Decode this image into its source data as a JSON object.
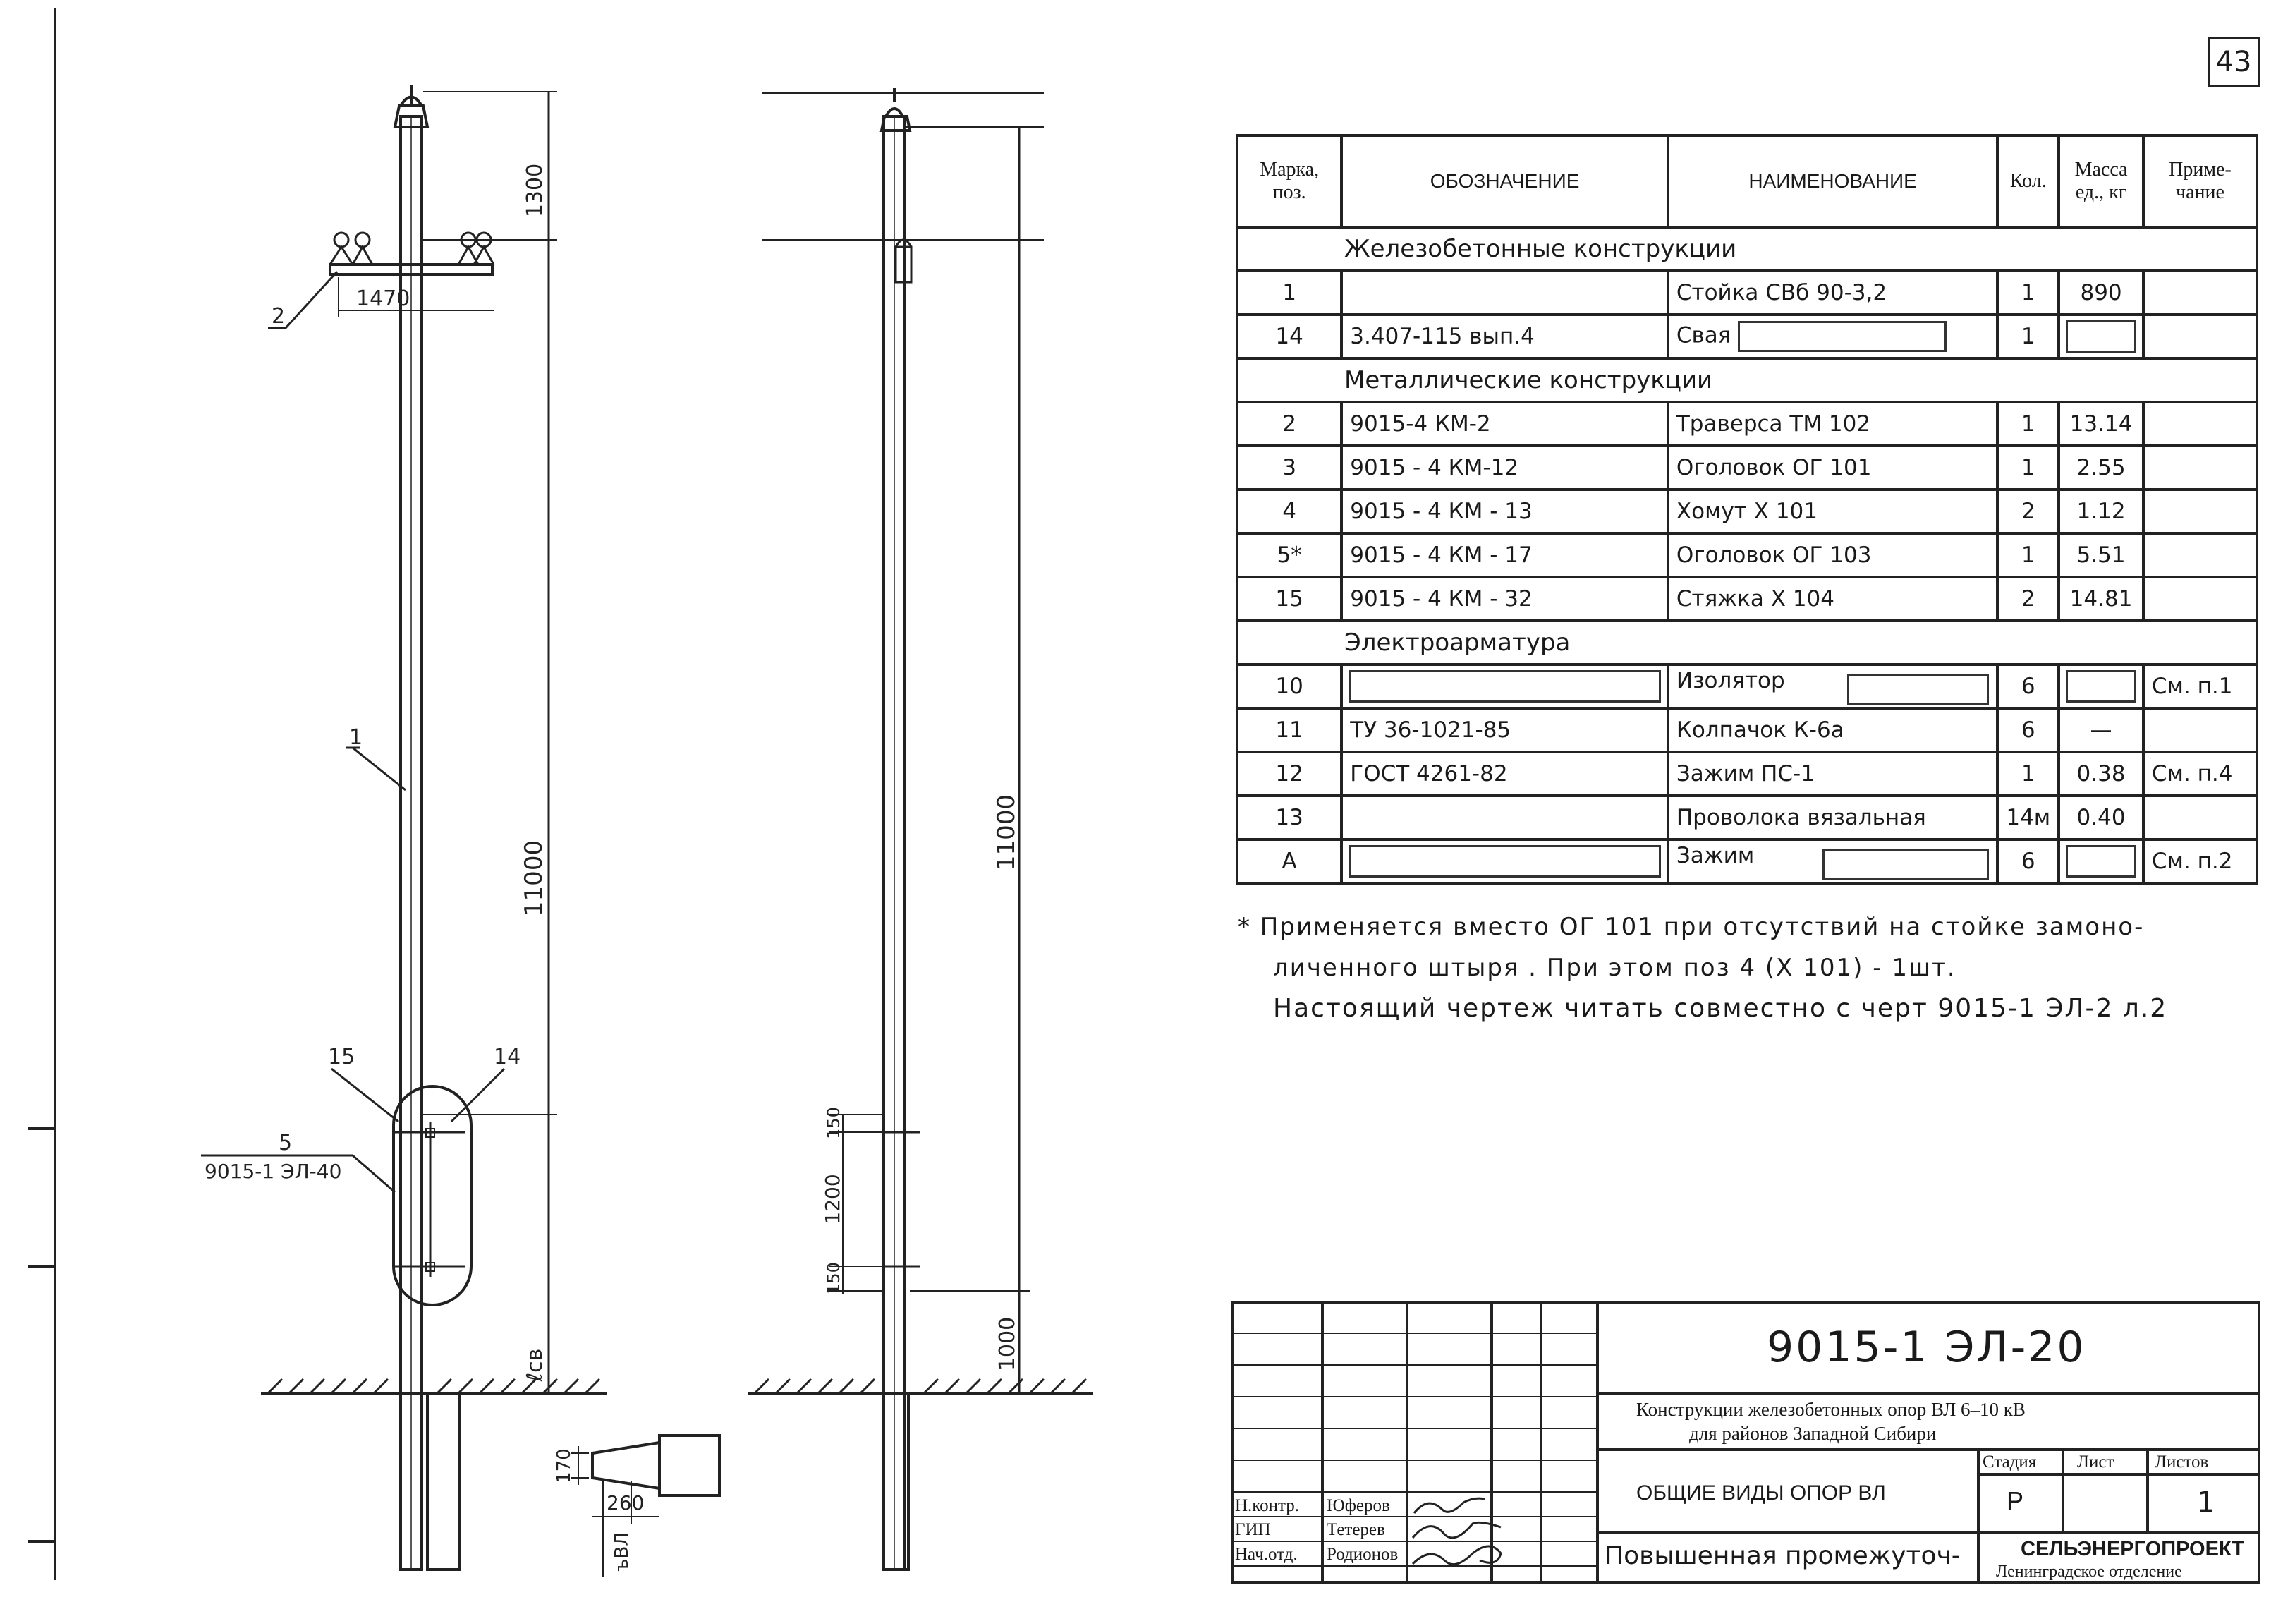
{
  "page_number": "43",
  "drawing_left": {
    "dims": {
      "top": "1300",
      "crossarm": "1470",
      "main": "11000",
      "embed": "ℓсв",
      "pile_h": "170",
      "pile_w": "260"
    },
    "labels": {
      "crossarm_pos": "2",
      "pole_pos": "1",
      "clamp_pos": "15",
      "tie_pos": "14",
      "detail_pos": "5",
      "detail_ref": "9015-1 ЭЛ-40",
      "pile_dim": "ъВЛ"
    }
  },
  "drawing_right": {
    "dims": {
      "main": "11000",
      "d150a": "150",
      "d1200": "1200",
      "d150b": "150",
      "d1000": "1000"
    }
  },
  "spec": {
    "headers": {
      "mark": "Марка, поз.",
      "designation": "ОБОЗНАЧЕНИЕ",
      "name": "НАИМЕНОВАНИЕ",
      "qty": "Кол.",
      "mass": "Масса ед., кг",
      "note": "Приме- чание"
    },
    "sections": {
      "s1": "Железобетонные конструкции",
      "s2": "Металлические конструкции",
      "s3": "Электроарматура"
    },
    "rows": [
      {
        "pos": "1",
        "des": "",
        "name": "Стойка СВб 90-3,2",
        "qty": "1",
        "mass": "890",
        "note": ""
      },
      {
        "pos": "14",
        "des": "3.407-115 вып.4",
        "name": "Свая",
        "qty": "1",
        "mass": "",
        "note": ""
      },
      {
        "pos": "2",
        "des": "9015-4   КМ-2",
        "name": "Траверса  ТМ 102",
        "qty": "1",
        "mass": "13.14",
        "note": ""
      },
      {
        "pos": "3",
        "des": "9015 - 4   КМ-12",
        "name": "Оголовок   ОГ 101",
        "qty": "1",
        "mass": "2.55",
        "note": ""
      },
      {
        "pos": "4",
        "des": "9015 - 4   КМ - 13",
        "name": "Хомут  Х 101",
        "qty": "2",
        "mass": "1.12",
        "note": ""
      },
      {
        "pos": "5*",
        "des": "9015 - 4   КМ - 17",
        "name": "Оголовок  ОГ 103",
        "qty": "1",
        "mass": "5.51",
        "note": ""
      },
      {
        "pos": "15",
        "des": "9015 - 4   КМ - 32",
        "name": "Стяжка  Х 104",
        "qty": "2",
        "mass": "14.81",
        "note": ""
      },
      {
        "pos": "10",
        "des": "",
        "name": "Изолятор",
        "qty": "6",
        "mass": "",
        "note": "См. п.1"
      },
      {
        "pos": "11",
        "des": "ТУ 36-1021-85",
        "name": "Колпачок  К-6а",
        "qty": "6",
        "mass": "—",
        "note": ""
      },
      {
        "pos": "12",
        "des": "ГОСТ 4261-82",
        "name": "Зажим  ПС-1",
        "qty": "1",
        "mass": "0.38",
        "note": "См. п.4"
      },
      {
        "pos": "13",
        "des": "",
        "name": "Проволока вязальная",
        "qty": "14м",
        "mass": "0.40",
        "note": ""
      },
      {
        "pos": "А",
        "des": "",
        "name": "Зажим",
        "qty": "6",
        "mass": "",
        "note": "См. п.2"
      }
    ]
  },
  "notes": {
    "line1": "*  Применяется   вместо  ОГ 101   при    отсутствий    на  стойке    замоно-",
    "line2": "личенного    штыря .   При   этом      поз 4  (Х 101)  - 1шт.",
    "line3": "Настоящий  чертеж   читать   совместно  с черт  9015-1  ЭЛ-2  л.2"
  },
  "title_block": {
    "code": "9015-1  ЭЛ-20",
    "project_line1": "Конструкции железобетонных опор  ВЛ  6–10 кВ",
    "project_line2": "для районов Западной Сибири",
    "sheet_title": "ОБЩИЕ ВИДЫ ОПОР  ВЛ",
    "sheet_subtitle": "Повышенная  промежуточ-",
    "stage_label": "Стадия",
    "sheet_label": "Лист",
    "sheets_label": "Листов",
    "stage": "Р",
    "sheets": "1",
    "org": "СЕЛЬЭНЕРГОПРОЕКТ",
    "org_sub": "Ленинградское отделение",
    "roles": [
      {
        "role": "Н.контр.",
        "name": "Юферов"
      },
      {
        "role": "ГИП",
        "name": "Тетерев"
      },
      {
        "role": "Нач.отд.",
        "name": "Родионов"
      }
    ]
  }
}
